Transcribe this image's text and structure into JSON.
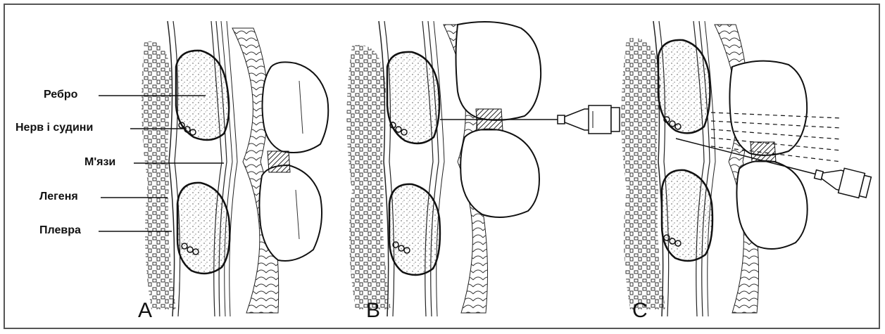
{
  "labels": {
    "rib": "Ребро",
    "nerve_vessels": "Нерв і судини",
    "muscles": "М'язи",
    "lung": "Легеня",
    "pleura": "Плевра"
  },
  "panels": [
    "A",
    "B",
    "C"
  ]
}
